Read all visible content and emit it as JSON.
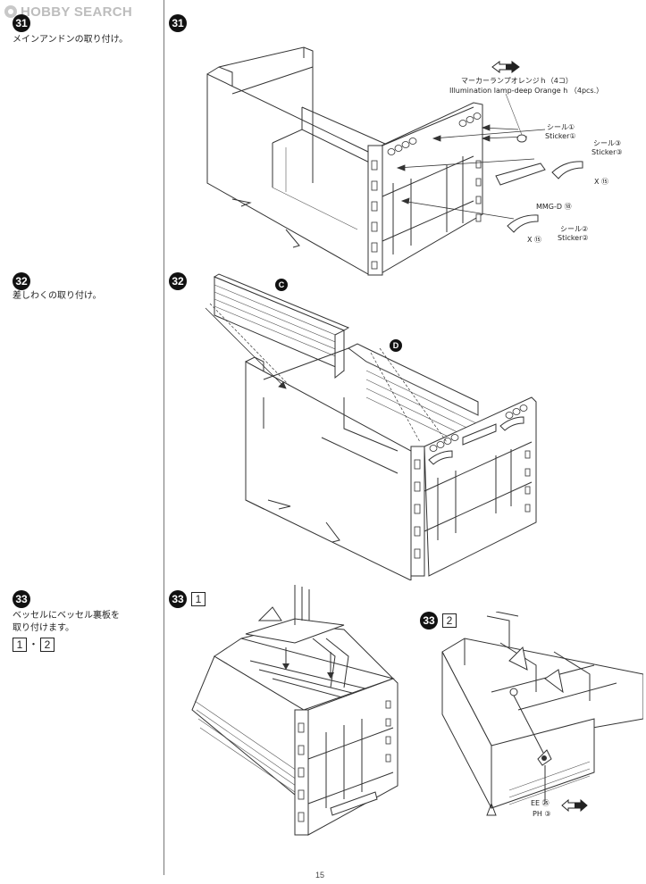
{
  "watermark": {
    "text": "HOBBY SEARCH"
  },
  "page_number": "15",
  "steps": [
    {
      "number": "31",
      "instruction": "メインアンドンの取り付け。",
      "labels": {
        "lamp_jp": "マーカーランプオレンジｈ（4コ）",
        "lamp_en": "Illumination lamp-deep Orange h （4pcs.）",
        "sticker1_jp": "シール①",
        "sticker1_en": "Sticker①",
        "sticker3_jp": "シール③",
        "sticker3_en": "Sticker③",
        "x15_a": "X ⑮",
        "mmgd": "MMG-D ⑱",
        "x15_b": "X ⑮",
        "sticker2_jp": "シール②",
        "sticker2_en": "Sticker②"
      }
    },
    {
      "number": "32",
      "instruction": "差しわくの取り付け。",
      "labels": {
        "marker_c": "C",
        "marker_d": "D"
      }
    },
    {
      "number": "33",
      "instruction_line1": "ベッセルにベッセル裏板を",
      "instruction_line2": "取り付けます。",
      "sub_refs": [
        "1",
        "2"
      ],
      "sub_sep": "・",
      "sub1_label": "1",
      "sub2_label": "2",
      "labels": {
        "ee25": "EE ㉕",
        "ph3": "PH ③"
      }
    }
  ]
}
